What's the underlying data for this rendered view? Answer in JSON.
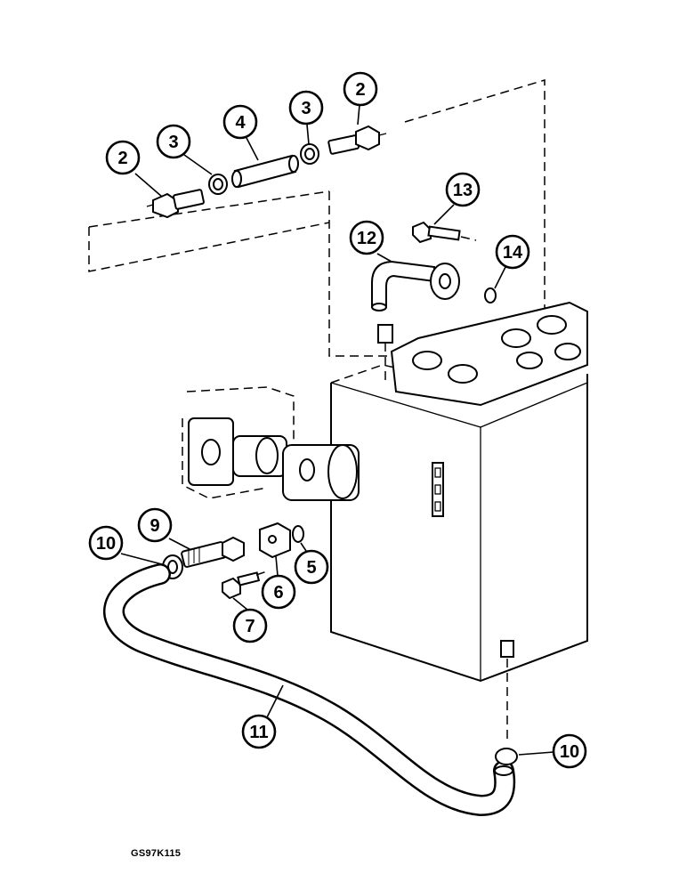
{
  "figure_code": "GS97K115",
  "callouts": [
    {
      "id": "c2a",
      "label": "2"
    },
    {
      "id": "c3a",
      "label": "3"
    },
    {
      "id": "c4",
      "label": "4"
    },
    {
      "id": "c3b",
      "label": "3"
    },
    {
      "id": "c2b",
      "label": "2"
    },
    {
      "id": "c13",
      "label": "13"
    },
    {
      "id": "c12",
      "label": "12"
    },
    {
      "id": "c14",
      "label": "14"
    },
    {
      "id": "c10a",
      "label": "10"
    },
    {
      "id": "c9",
      "label": "9"
    },
    {
      "id": "c5",
      "label": "5"
    },
    {
      "id": "c6",
      "label": "6"
    },
    {
      "id": "c7",
      "label": "7"
    },
    {
      "id": "c11",
      "label": "11"
    },
    {
      "id": "c10b",
      "label": "10"
    }
  ]
}
